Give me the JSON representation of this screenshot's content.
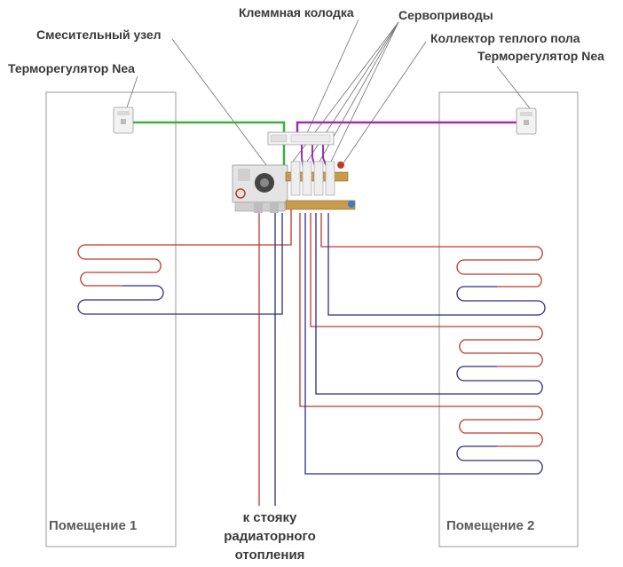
{
  "labels": {
    "terminal_block": "Клеммная колодка",
    "servo_drives": "Сервоприводы",
    "mixing_unit": "Смесительный узел",
    "floor_collector": "Коллектор теплого пола",
    "thermostat_left": "Терморегулятор Nea",
    "thermostat_right": "Терморегулятор Nea",
    "room_1": "Помещение 1",
    "room_2": "Помещение 2",
    "riser_line1": "к стояку",
    "riser_line2": "радиаторного",
    "riser_line3": "отопления"
  },
  "colors": {
    "supply": "#c0392b",
    "return": "#2c2c8c",
    "thermostat_wire_left": "#3cb043",
    "thermostat_wire_right": "#9b30b0",
    "room_border": "#9a9a9a",
    "leader": "#707070"
  },
  "icons": [
    "thermostat-icon",
    "terminal-block-icon",
    "mixing-unit-icon",
    "collector-icon"
  ]
}
